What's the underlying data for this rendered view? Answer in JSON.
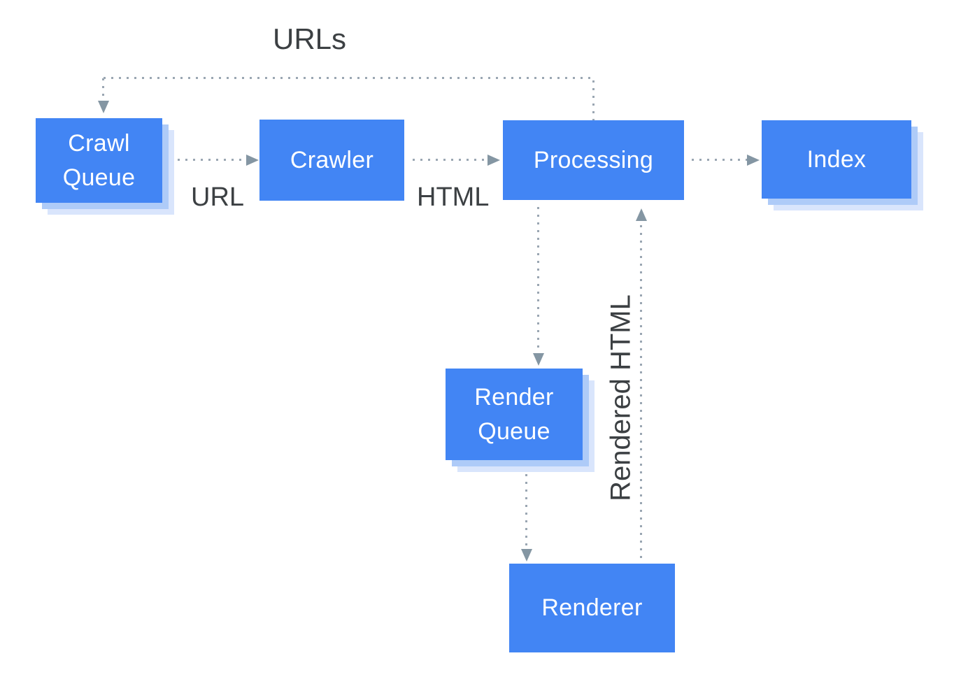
{
  "diagram": {
    "description": "Googlebot crawl-render-index pipeline flowchart",
    "colors": {
      "node_fill": "#4285f4",
      "node_text": "#ffffff",
      "node_shadow_inner": "#aecbf8",
      "node_shadow_outer": "#d9e5fc",
      "dotted_line": "#9aa6b2",
      "arrowhead": "#8496a3",
      "edge_label_text": "#3c4043",
      "background": "#ffffff"
    },
    "nodes": [
      {
        "id": "crawl-queue",
        "label": "Crawl Queue",
        "stacked_shadow": true
      },
      {
        "id": "crawler",
        "label": "Crawler",
        "stacked_shadow": false
      },
      {
        "id": "processing",
        "label": "Processing",
        "stacked_shadow": false
      },
      {
        "id": "index",
        "label": "Index",
        "stacked_shadow": true
      },
      {
        "id": "render-queue",
        "label": "Render Queue",
        "stacked_shadow": true
      },
      {
        "id": "renderer",
        "label": "Renderer",
        "stacked_shadow": false
      }
    ],
    "edges": [
      {
        "from": "processing",
        "to": "crawl-queue",
        "label": "URLs",
        "style": "dotted-arrow"
      },
      {
        "from": "crawl-queue",
        "to": "crawler",
        "label": "URL",
        "style": "dotted-arrow"
      },
      {
        "from": "crawler",
        "to": "processing",
        "label": "HTML",
        "style": "dotted-arrow"
      },
      {
        "from": "processing",
        "to": "index",
        "label": "",
        "style": "dotted-arrow"
      },
      {
        "from": "processing",
        "to": "render-queue",
        "label": "",
        "style": "dotted-arrow"
      },
      {
        "from": "render-queue",
        "to": "renderer",
        "label": "",
        "style": "dotted-arrow"
      },
      {
        "from": "renderer",
        "to": "processing",
        "label": "Rendered HTML",
        "style": "dotted-arrow"
      }
    ]
  }
}
